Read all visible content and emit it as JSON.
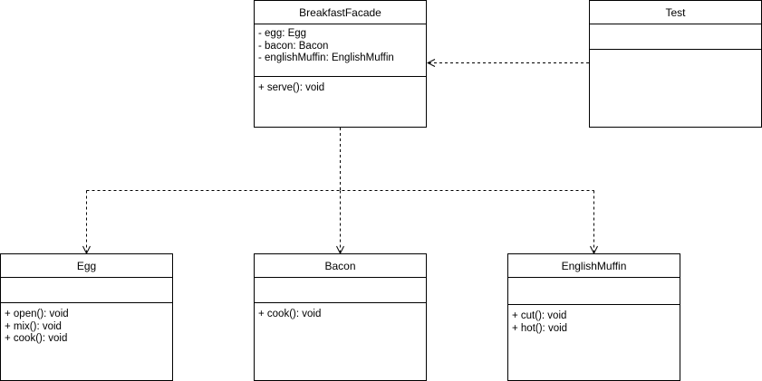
{
  "classes": {
    "breakfast_facade": {
      "name": "BreakfastFacade",
      "attributes": [
        "- egg: Egg",
        "- bacon: Bacon",
        "- englishMuffin: EnglishMuffin"
      ],
      "methods": [
        "+ serve(): void"
      ]
    },
    "test": {
      "name": "Test",
      "attributes": [],
      "methods": []
    },
    "egg": {
      "name": "Egg",
      "attributes": [],
      "methods": [
        "+ open(): void",
        "+ mix(): void",
        "+ cook(): void"
      ]
    },
    "bacon": {
      "name": "Bacon",
      "attributes": [],
      "methods": [
        "+ cook(): void"
      ]
    },
    "english_muffin": {
      "name": "EnglishMuffin",
      "attributes": [],
      "methods": [
        "+ cut(): void",
        "+ hot(): void"
      ]
    }
  },
  "line_color": "#000000"
}
